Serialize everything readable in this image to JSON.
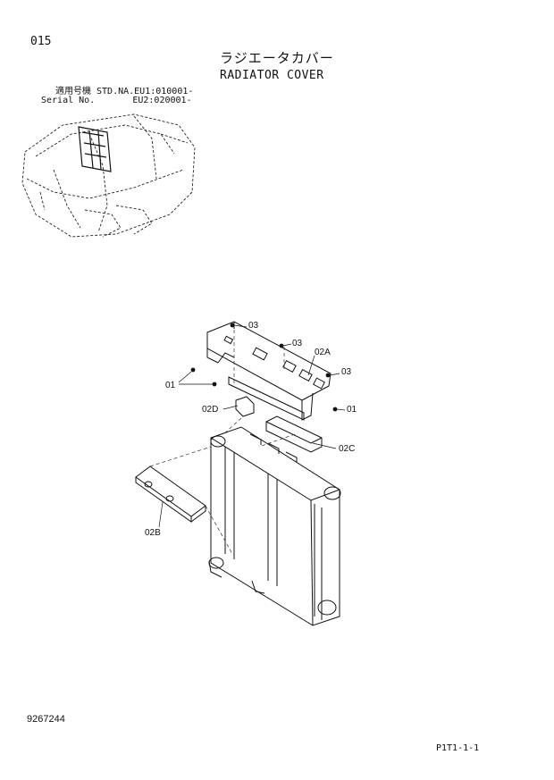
{
  "page": {
    "number": "015",
    "title_jp": "ラジエータカバー",
    "title_en": "RADIATOR COVER",
    "serial_line1": "適用号機 STD.NA.EU1:010001-",
    "serial_line2": "Serial No.       EU2:020001-",
    "doc_code": "9267244",
    "sheet_id": "P1T1-1-1"
  },
  "callouts": {
    "c03a": "03",
    "c03b": "03",
    "c03c": "03",
    "c02a": "02A",
    "c01a": "01",
    "c01b": "01",
    "c02d": "02D",
    "c02c": "02C",
    "c02b": "02B"
  }
}
